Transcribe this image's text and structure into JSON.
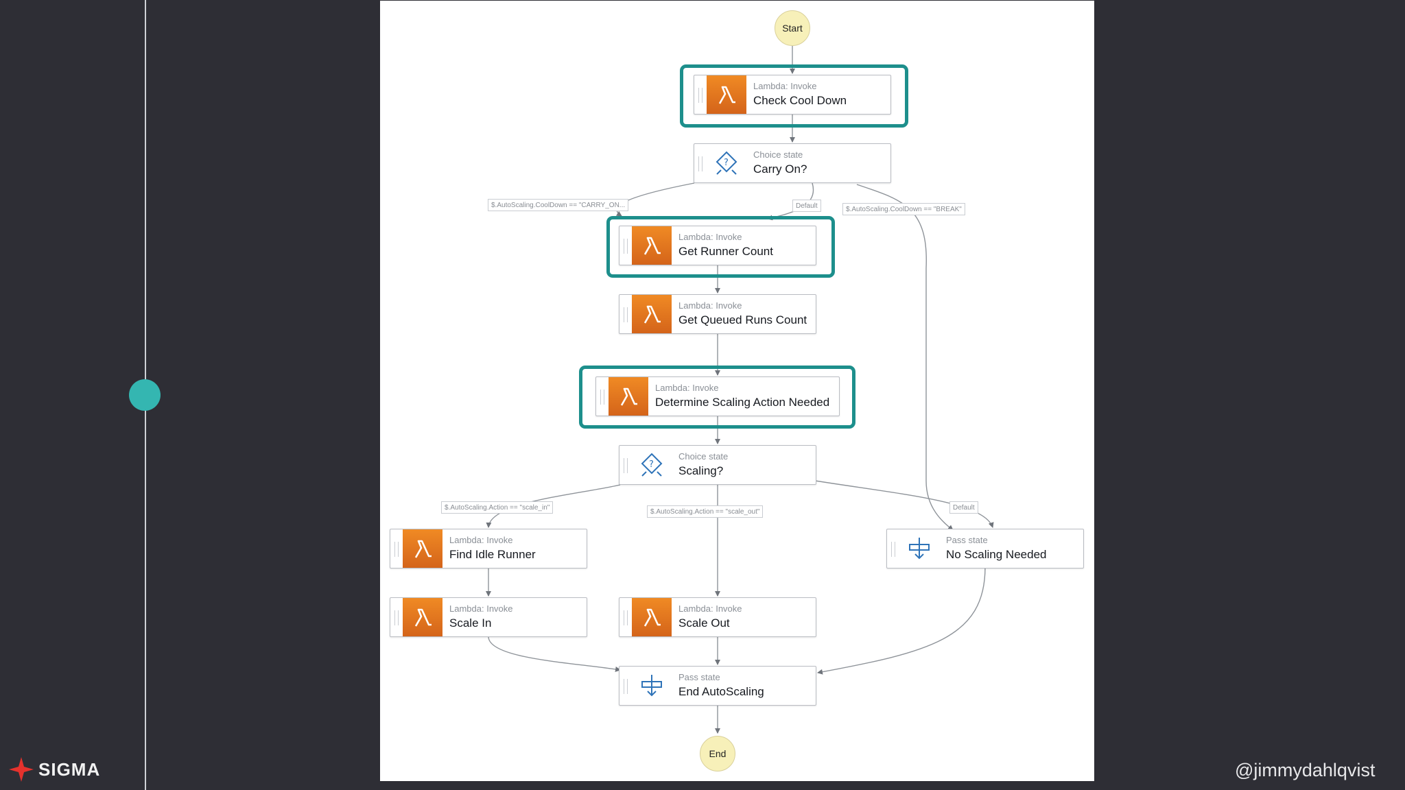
{
  "brand": {
    "logo_text": "SIGMA",
    "handle": "@jimmydahlqvist"
  },
  "diagram": {
    "start_label": "Start",
    "end_label": "End",
    "states": [
      {
        "id": "check_cool_down",
        "type": "Lambda: Invoke",
        "name": "Check Cool Down",
        "kind": "lambda",
        "highlighted": true
      },
      {
        "id": "carry_on",
        "type": "Choice state",
        "name": "Carry On?",
        "kind": "choice",
        "highlighted": false
      },
      {
        "id": "get_runner_count",
        "type": "Lambda: Invoke",
        "name": "Get Runner Count",
        "kind": "lambda",
        "highlighted": true
      },
      {
        "id": "get_queued_runs_count",
        "type": "Lambda: Invoke",
        "name": "Get Queued Runs Count",
        "kind": "lambda",
        "highlighted": false
      },
      {
        "id": "determine_scaling",
        "type": "Lambda: Invoke",
        "name": "Determine Scaling Action Needed",
        "kind": "lambda",
        "highlighted": true
      },
      {
        "id": "scaling",
        "type": "Choice state",
        "name": "Scaling?",
        "kind": "choice",
        "highlighted": false
      },
      {
        "id": "find_idle_runner",
        "type": "Lambda: Invoke",
        "name": "Find Idle Runner",
        "kind": "lambda",
        "highlighted": false
      },
      {
        "id": "no_scaling_needed",
        "type": "Pass state",
        "name": "No Scaling Needed",
        "kind": "pass",
        "highlighted": false
      },
      {
        "id": "scale_in",
        "type": "Lambda: Invoke",
        "name": "Scale In",
        "kind": "lambda",
        "highlighted": false
      },
      {
        "id": "scale_out",
        "type": "Lambda: Invoke",
        "name": "Scale Out",
        "kind": "lambda",
        "highlighted": false
      },
      {
        "id": "end_autoscaling",
        "type": "Pass state",
        "name": "End AutoScaling",
        "kind": "pass",
        "highlighted": false
      }
    ],
    "edge_labels": [
      "$.AutoScaling.CoolDown == \"CARRY_ON...",
      "Default",
      "$.AutoScaling.CoolDown == \"BREAK\"",
      "$.AutoScaling.Action == \"scale_in\"",
      "$.AutoScaling.Action == \"scale_out\"",
      "Default"
    ]
  },
  "colors": {
    "accent_teal": "#1d8f8c",
    "timeline_dot": "#34b6b1",
    "lambda_orange": "#e8781f"
  }
}
